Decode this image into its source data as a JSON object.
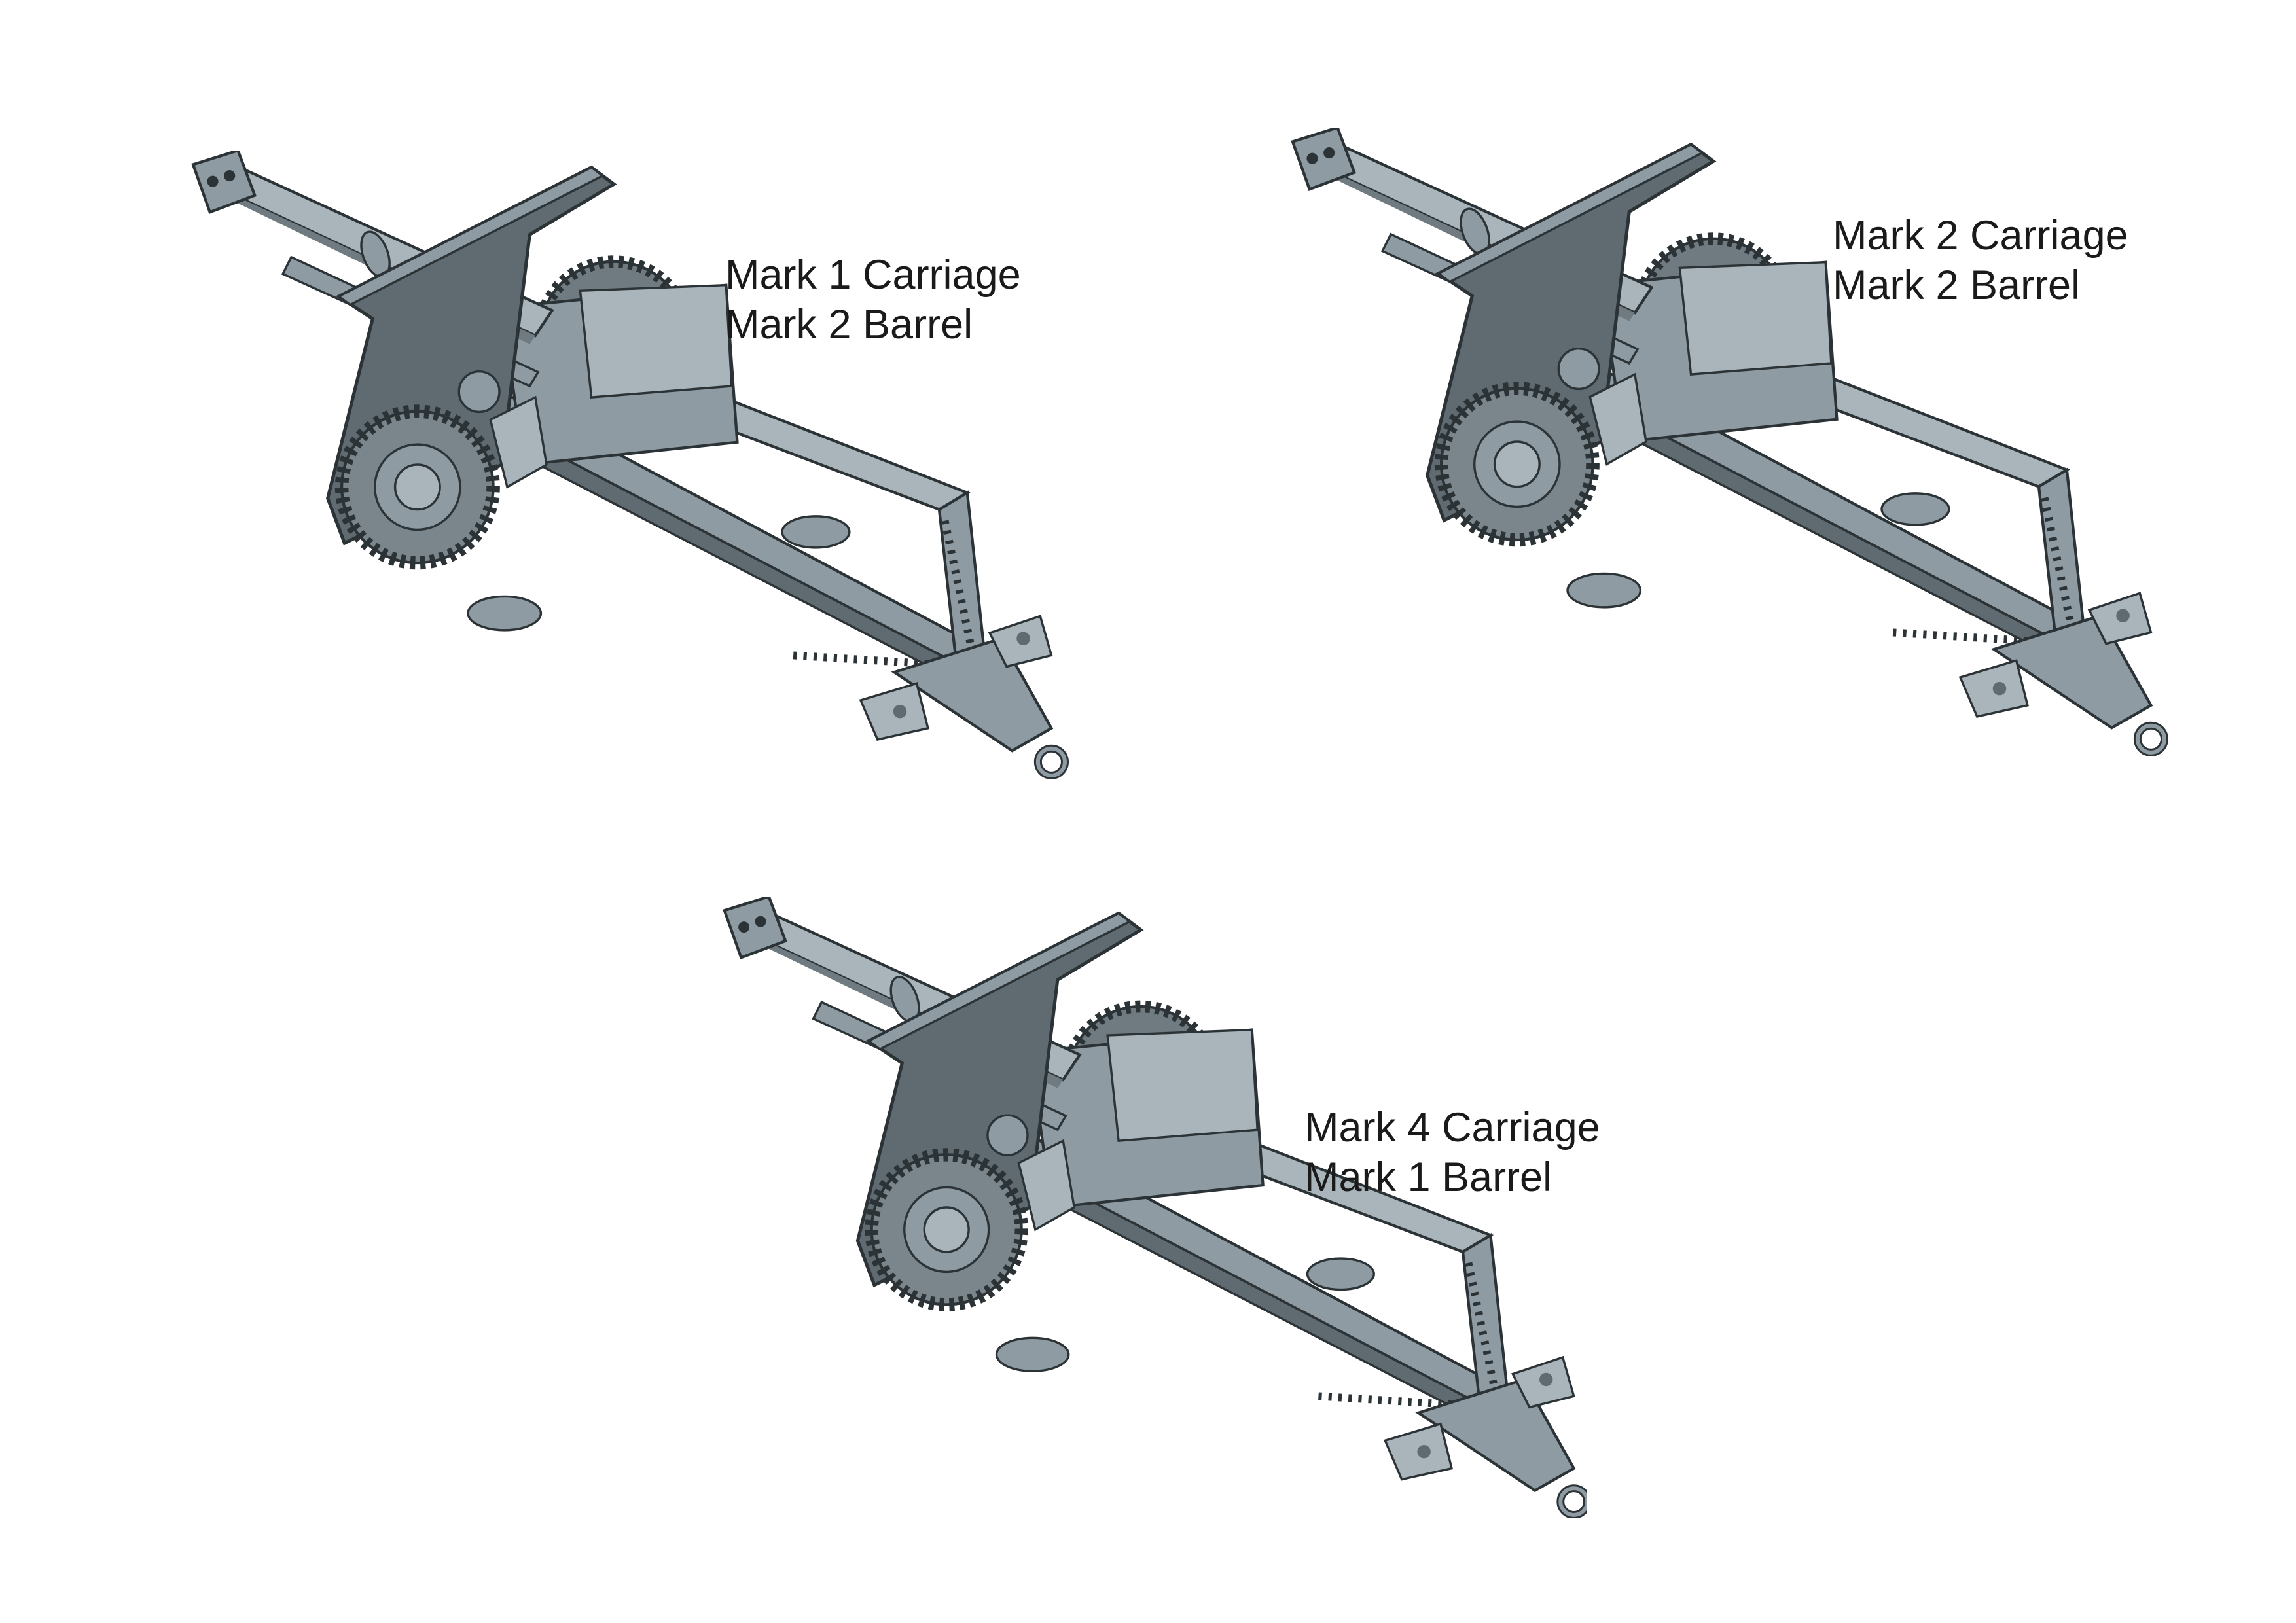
{
  "colors": {
    "background": "#ffffff",
    "body": "#8e9ba2",
    "body_light": "#a9b5bb",
    "body_dark": "#5f6b71",
    "outline": "#2c3337",
    "text": "#1a1a1a"
  },
  "models": [
    {
      "carriage_label": "Mark 1 Carriage",
      "barrel_label": "Mark 2 Barrel"
    },
    {
      "carriage_label": "Mark 2 Carriage",
      "barrel_label": "Mark 2 Barrel"
    },
    {
      "carriage_label": "Mark 4 Carriage",
      "barrel_label": "Mark 1 Barrel"
    }
  ]
}
